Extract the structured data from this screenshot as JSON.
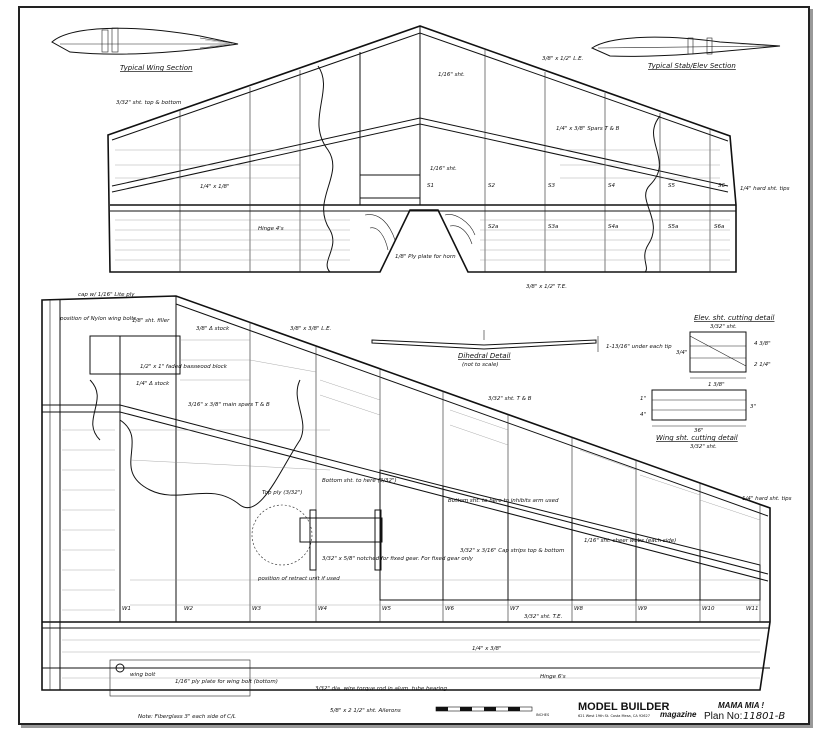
{
  "wing_section_title": "Typical Wing Section",
  "stab_section_title": "Typical Stab/Elev Section",
  "top_view": {
    "labels": [
      {
        "id": "le-top",
        "text": "3/8\" x 1/2\" L.E."
      },
      {
        "id": "center-sht",
        "text": "1/16\" sht."
      },
      {
        "id": "tb-sht",
        "text": "3/32\" sht. top & bottom"
      },
      {
        "id": "spars",
        "text": "1/4\" x 3/8\" Spars T & B"
      },
      {
        "id": "spar-stock",
        "text": "1/4\" x 1/8\""
      },
      {
        "id": "center-sht2",
        "text": "1/16\" sht."
      },
      {
        "id": "hinge",
        "text": "Hinge 4's"
      },
      {
        "id": "fry-plate",
        "text": "1/8\" Ply plate for horn"
      },
      {
        "id": "te-top",
        "text": "3/8\" x 1/2\" T.E."
      },
      {
        "id": "hard-tips",
        "text": "1/4\" hard sht. tips"
      }
    ],
    "ribs": [
      "S1",
      "S2",
      "S3",
      "S4",
      "S5",
      "S6"
    ],
    "ribs_a": [
      "S2a",
      "S3a",
      "S4a",
      "S5a",
      "S6a"
    ]
  },
  "bottom_view": {
    "labels": [
      {
        "id": "cap",
        "text": "cap w/ 1/16\" Lite ply"
      },
      {
        "id": "nylon",
        "text": "position of Nylon wing bolts"
      },
      {
        "id": "filler",
        "text": "1/8\" sht. filler"
      },
      {
        "id": "stock",
        "text": "3/8\" Δ stock"
      },
      {
        "id": "le",
        "text": "3/8\" x 3/8\" L.E."
      },
      {
        "id": "basswood",
        "text": "1/2\" x 1\" faded basswood block"
      },
      {
        "id": "stock2",
        "text": "1/4\" Δ stock"
      },
      {
        "id": "main-spars",
        "text": "3/16\" x 3/8\" main spars T & B"
      },
      {
        "id": "top-b",
        "text": "3/32\" sht. T & B"
      },
      {
        "id": "top-ply",
        "text": "Top ply (3/32\")"
      },
      {
        "id": "bottom-sht",
        "text": "Bottom sht. to here (3/32\")"
      },
      {
        "id": "bottom-sht2",
        "text": "Bottom sht. to here to inhibits arm used"
      },
      {
        "id": "landing",
        "text": "3/32\" x 5/8\" notched for fixed gear. For fixed gear only"
      },
      {
        "id": "cap-strips",
        "text": "3/32\" x 3/16\" Cap strips top & bottom"
      },
      {
        "id": "sheer",
        "text": "1/16\" sht. sheer webs (each side)"
      },
      {
        "id": "retract",
        "text": "position of retract unit if used"
      },
      {
        "id": "te",
        "text": "3/32\" sht. T.E."
      },
      {
        "id": "le2",
        "text": "1/4\" x 3/8\""
      },
      {
        "id": "wing-bolt",
        "text": "wing bolt"
      },
      {
        "id": "ply-plate",
        "text": "1/16\" ply plate for wing bolt (bottom)"
      },
      {
        "id": "torque",
        "text": "3/32\" dia. wire torque rod in alum. tube bearing"
      },
      {
        "id": "hinge2",
        "text": "Hinge 6's"
      },
      {
        "id": "ailerons",
        "text": "5/8\" x 2 1/2\" sht. Ailerons"
      },
      {
        "id": "fiberglass",
        "text": "Note: Fiberglass 3\" each side of C/L"
      },
      {
        "id": "hard-tips2",
        "text": "1/4\" hard sht. tips"
      }
    ],
    "ribs": [
      "W1",
      "W2",
      "W3",
      "W4",
      "W5",
      "W6",
      "W7",
      "W8",
      "W9",
      "W10",
      "W11"
    ],
    "dihedral_title": "Dihedral Detail",
    "dihedral_sub": "(not to scale)",
    "dihedral_note": "1-13/16\" under each tip",
    "elev_title": "Elev. sht. cutting detail",
    "elev_sub": "3/32\" sht.",
    "wing_cut_title": "Wing sht. cutting detail",
    "wing_cut_sub": "3/32\" sht.",
    "dims": [
      "4 3/8\"",
      "2 1/4\"",
      "1 3/8\"",
      "3/4\"",
      "3\"",
      "1\"",
      "4\"",
      "36\""
    ]
  },
  "title_block": {
    "brand": "MODEL BUILDER",
    "brand_sub": "magazine",
    "model": "MAMA MIA !",
    "plan_label": "Plan No:",
    "plan_no": "11801-B",
    "address": "621 West 19th St. Costa Mesa, CA 92627",
    "scale_label": "INCHES"
  }
}
